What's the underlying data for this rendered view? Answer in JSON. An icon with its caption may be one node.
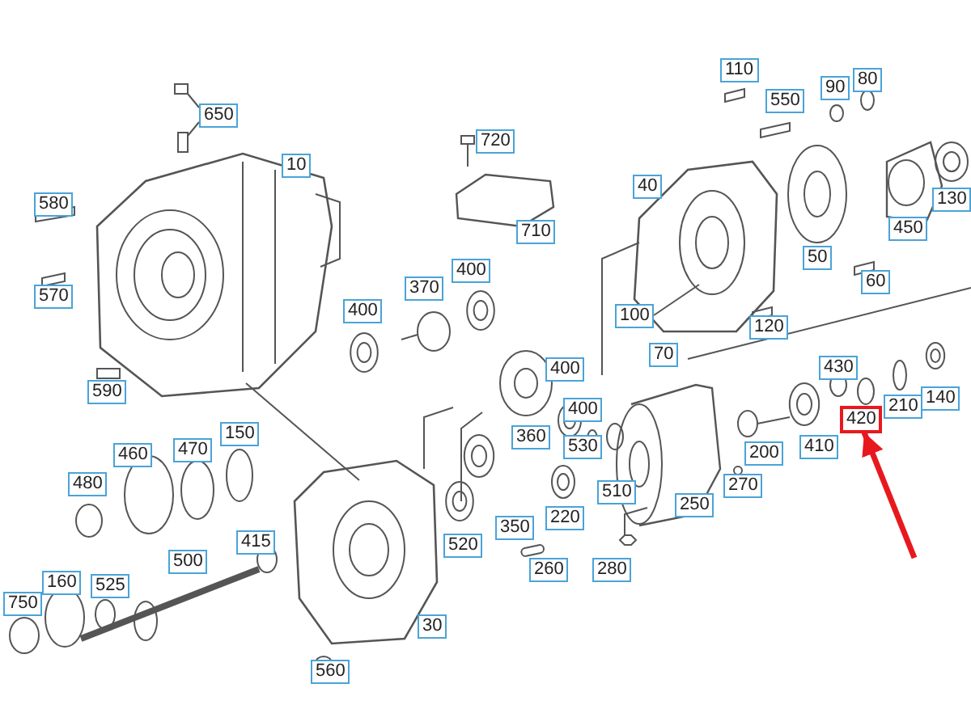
{
  "diagram": {
    "nodes": [
      {
        "text": [
          "110"
        ]
      },
      {
        "text": [
          "90"
        ]
      },
      {
        "text": [
          "80"
        ]
      },
      {
        "text": [
          "550"
        ]
      },
      {
        "text": [
          "650"
        ]
      },
      {
        "text": [
          "720"
        ]
      },
      {
        "text": [
          "10"
        ]
      },
      {
        "text": [
          "40"
        ]
      },
      {
        "text": [
          "580"
        ]
      },
      {
        "text": [
          "130"
        ]
      },
      {
        "text": [
          "710"
        ]
      },
      {
        "text": [
          "450"
        ]
      },
      {
        "text": [
          "50"
        ]
      },
      {
        "text": [
          "60"
        ]
      },
      {
        "text": [
          "570"
        ]
      },
      {
        "text": [
          "400"
        ]
      },
      {
        "text": [
          "370"
        ]
      },
      {
        "text": [
          "400"
        ]
      },
      {
        "text": [
          "100"
        ]
      },
      {
        "text": [
          "120"
        ]
      },
      {
        "text": [
          "70"
        ]
      },
      {
        "text": [
          "590"
        ]
      },
      {
        "text": [
          "430"
        ]
      },
      {
        "text": [
          "420"
        ]
      },
      {
        "text": [
          "210"
        ]
      },
      {
        "text": [
          "140"
        ]
      },
      {
        "text": [
          "400"
        ]
      },
      {
        "text": [
          "400"
        ]
      },
      {
        "text": [
          "360"
        ]
      },
      {
        "text": [
          "530"
        ]
      },
      {
        "text": [
          "410"
        ]
      },
      {
        "text": [
          "200"
        ]
      },
      {
        "text": [
          "460"
        ]
      },
      {
        "text": [
          "470"
        ]
      },
      {
        "text": [
          "150"
        ]
      },
      {
        "text": [
          "510"
        ]
      },
      {
        "text": [
          "270"
        ]
      },
      {
        "text": [
          "250"
        ]
      },
      {
        "text": [
          "480"
        ]
      },
      {
        "text": [
          "520"
        ]
      },
      {
        "text": [
          "220"
        ]
      },
      {
        "text": [
          "350"
        ]
      },
      {
        "text": [
          "415"
        ]
      },
      {
        "text": [
          "500"
        ]
      },
      {
        "text": [
          "160"
        ]
      },
      {
        "text": [
          "525"
        ]
      },
      {
        "text": [
          "750"
        ]
      },
      {
        "text": [
          "260"
        ]
      },
      {
        "text": [
          "280"
        ]
      },
      {
        "text": [
          "30"
        ]
      },
      {
        "text": [
          "560"
        ]
      }
    ],
    "edges": [
      {
        "from": 4,
        "to": null,
        "arrow": "none"
      },
      {
        "from": 4,
        "to": null,
        "arrow": "none"
      },
      {
        "from": 18,
        "to": null,
        "arrow": "none"
      },
      {
        "from": null,
        "to": 23,
        "arrow": "to",
        "style": "thick",
        "color": "#e8191e"
      }
    ]
  }
}
